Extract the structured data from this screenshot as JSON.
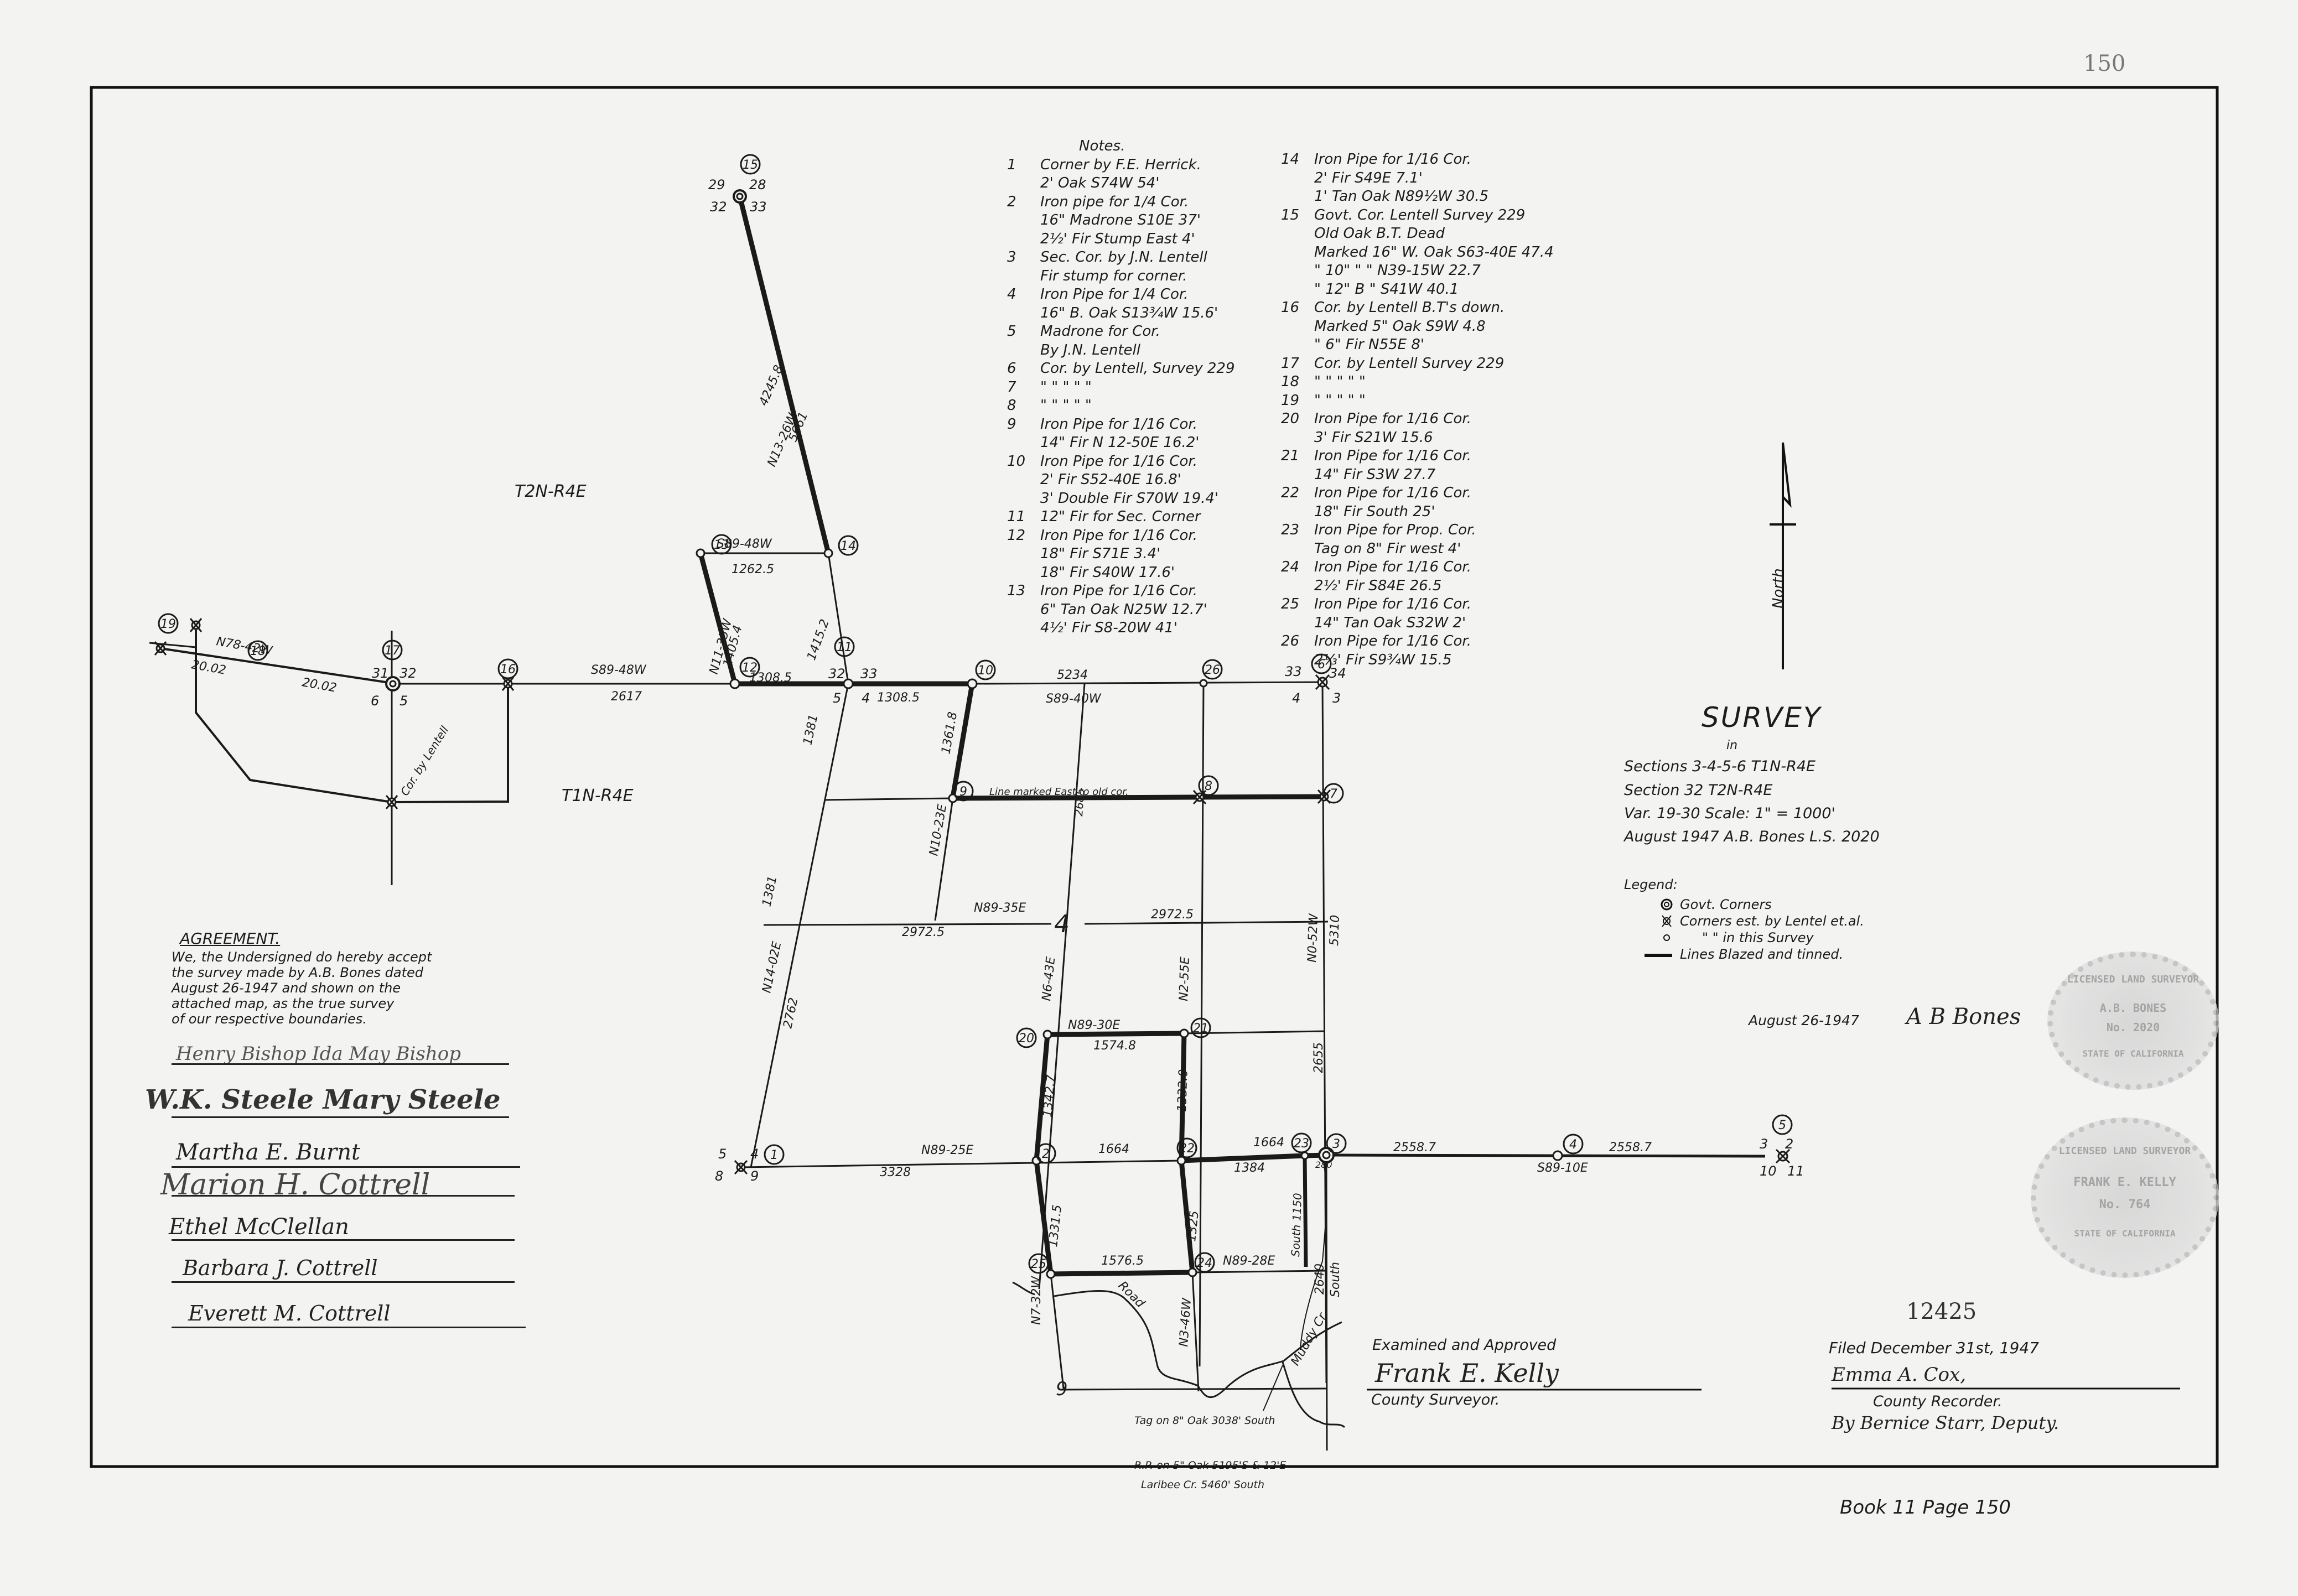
{
  "page": {
    "page_number_stamp": "150",
    "book_reference": "Book 11 Page 150",
    "filing_number": "12425"
  },
  "title_block": {
    "title": "SURVEY",
    "in": "in",
    "line1": "Sections 3-4-5-6  T1N-R4E",
    "line2": "Section 32    T2N-R4E",
    "line3": "Var. 19-30    Scale: 1\" = 1000'",
    "line4": "August 1947    A.B. Bones  L.S. 2020"
  },
  "legend": {
    "heading": "Legend:",
    "items": [
      {
        "symbol": "govt-corner-icon",
        "label": "Govt. Corners"
      },
      {
        "symbol": "lentel-corner-icon",
        "label": "Corners est. by Lentel et.al."
      },
      {
        "symbol": "survey-corner-icon",
        "label": "\"   \"   in this Survey"
      },
      {
        "symbol": "blazed-line-icon",
        "label": "Lines Blazed and tinned."
      }
    ]
  },
  "surveyor_signature": {
    "date": "August 26-1947",
    "signature": "A B Bones"
  },
  "north_arrow": {
    "label": "North"
  },
  "township_labels": {
    "upper": "T2N-R4E",
    "lower": "T1N-R4E",
    "section_center": "4"
  },
  "notes": {
    "heading": "Notes.",
    "items": [
      {
        "num": "1",
        "lines": [
          "Corner by F.E. Herrick.",
          "2' Oak S74W 54'"
        ]
      },
      {
        "num": "2",
        "lines": [
          "Iron pipe for 1/4 Cor.",
          "16\" Madrone S10E 37'",
          "2½' Fir Stump East 4'"
        ]
      },
      {
        "num": "3",
        "lines": [
          "Sec. Cor. by J.N. Lentell",
          "Fir stump for corner."
        ]
      },
      {
        "num": "4",
        "lines": [
          "Iron Pipe for 1/4 Cor.",
          "16\" B. Oak S13¾W 15.6'"
        ]
      },
      {
        "num": "5",
        "lines": [
          "Madrone for Cor.",
          "By J.N. Lentell"
        ]
      },
      {
        "num": "6",
        "lines": [
          "Cor. by Lentell, Survey 229"
        ]
      },
      {
        "num": "7",
        "lines": [
          "\"     \"     \"     \"     \""
        ]
      },
      {
        "num": "8",
        "lines": [
          "\"     \"     \"     \"     \""
        ]
      },
      {
        "num": "9",
        "lines": [
          "Iron Pipe for 1/16 Cor.",
          "14\" Fir N 12-50E 16.2'"
        ]
      },
      {
        "num": "10",
        "lines": [
          "Iron Pipe for 1/16 Cor.",
          "2' Fir S52-40E 16.8'",
          "3' Double Fir S70W 19.4'"
        ]
      },
      {
        "num": "11",
        "lines": [
          "12\" Fir for Sec. Corner"
        ]
      },
      {
        "num": "12",
        "lines": [
          "Iron Pipe for 1/16 Cor.",
          "18\" Fir S71E 3.4'",
          "18\" Fir S40W 17.6'"
        ]
      },
      {
        "num": "13",
        "lines": [
          "Iron Pipe for 1/16 Cor.",
          "6\" Tan Oak N25W 12.7'",
          "4½' Fir S8-20W 41'"
        ]
      },
      {
        "num": "14",
        "lines": [
          "Iron Pipe for 1/16 Cor.",
          "2' Fir S49E 7.1'",
          "1' Tan Oak N89½W 30.5"
        ]
      },
      {
        "num": "15",
        "lines": [
          "Govt. Cor. Lentell Survey 229",
          "Old Oak B.T. Dead",
          "Marked 16\" W. Oak S63-40E 47.4",
          "\"     10\" \"  \"  N39-15W 22.7",
          "\"     12\" B  \"  S41W   40.1"
        ]
      },
      {
        "num": "16",
        "lines": [
          "Cor. by Lentell B.T's down.",
          "Marked 5\" Oak S9W 4.8",
          "\"     6\" Fir N55E 8'"
        ]
      },
      {
        "num": "17",
        "lines": [
          "Cor. by Lentell Survey 229"
        ]
      },
      {
        "num": "18",
        "lines": [
          "\"     \"     \"     \"     \""
        ]
      },
      {
        "num": "19",
        "lines": [
          "\"     \"     \"     \"     \""
        ]
      },
      {
        "num": "20",
        "lines": [
          "Iron Pipe for 1/16 Cor.",
          "3' Fir S21W 15.6"
        ]
      },
      {
        "num": "21",
        "lines": [
          "Iron Pipe for 1/16 Cor.",
          "14\" Fir S3W 27.7"
        ]
      },
      {
        "num": "22",
        "lines": [
          "Iron Pipe for 1/16 Cor.",
          "18\" Fir South 25'"
        ]
      },
      {
        "num": "23",
        "lines": [
          "Iron Pipe for Prop. Cor.",
          "Tag on 8\" Fir west 4'"
        ]
      },
      {
        "num": "24",
        "lines": [
          "Iron Pipe for 1/16 Cor.",
          "2½' Fir S84E 26.5"
        ]
      },
      {
        "num": "25",
        "lines": [
          "Iron Pipe for 1/16 Cor.",
          "14\" Tan Oak S32W 2'"
        ]
      },
      {
        "num": "26",
        "lines": [
          "Iron Pipe for 1/16 Cor.",
          "2⅓' Fir S9¾W 15.5"
        ]
      }
    ]
  },
  "agreement": {
    "heading": "AGREEMENT.",
    "lines": [
      "We, the Undersigned do hereby accept",
      "the survey made by A.B. Bones dated",
      "August 26-1947 and shown on the",
      "attached map, as the true survey",
      "of our respective boundaries."
    ],
    "signatures": [
      "Henry Bishop   Ida May Bishop",
      "W.K. Steele   Mary Steele",
      "Martha E. Burnt",
      "Marion H. Cottrell",
      "Ethel McClellan",
      "Barbara J. Cottrell",
      "Everett M. Cottrell"
    ]
  },
  "approval": {
    "heading": "Examined and Approved",
    "signature": "Frank E. Kelly",
    "title": "County Surveyor."
  },
  "filing": {
    "filed": "Filed December 31st, 1947",
    "recorder_signature": "Emma A. Cox,",
    "recorder_title": "County Recorder.",
    "deputy": "By Bernice Starr, Deputy."
  },
  "seals": [
    {
      "lines": [
        "LICENSED LAND SURVEYOR",
        "A.B. BONES",
        "No. 2020",
        "STATE OF CALIFORNIA"
      ]
    },
    {
      "lines": [
        "LICENSED LAND SURVEYOR",
        "FRANK E. KELLY",
        "No. 764",
        "STATE OF CALIFORNIA"
      ]
    }
  ],
  "map_annotations": {
    "corner_ids": [
      "1",
      "2",
      "3",
      "4",
      "5",
      "6",
      "7",
      "8",
      "9",
      "10",
      "11",
      "12",
      "13",
      "14",
      "15",
      "16",
      "17",
      "18",
      "19",
      "20",
      "21",
      "22",
      "23",
      "24",
      "25",
      "26"
    ],
    "section_numbers": {
      "c15": [
        "29",
        "28",
        "32",
        "33"
      ],
      "c17": [
        "31",
        "32",
        "6",
        "5"
      ],
      "c11": [
        "32",
        "33",
        "5",
        "4"
      ],
      "c6": [
        "33",
        "34",
        "4",
        "3"
      ],
      "c1": [
        "5",
        "4",
        "8",
        "9"
      ],
      "c5": [
        "3",
        "2",
        "10",
        "11"
      ]
    },
    "bearings": {
      "n78_42w": "N78-42W",
      "d2002a": "20.02",
      "d2002b": "20.02",
      "s89_48w_west": "S89-48W",
      "d2617": "2617",
      "cor_by_lentell": "Cor. by Lentell",
      "n13_26w": "N13-26W",
      "d4245": "4245.8",
      "d5661": "5661",
      "s89_48w_13": "S89-48W",
      "d1262": "1262.5",
      "n11_35w": "N11-35W",
      "d1405": "1405.4",
      "d1415": "1415.2",
      "d1308a": "1308.5",
      "d1308b": "1308.5",
      "d5234": "5234",
      "s89_40w": "S89-40W",
      "d1381a": "1381",
      "d1381b": "1381",
      "d1361": "1361.8",
      "line_marked": "Line marked East to old cor.",
      "d2685": "2685",
      "n10_23e": "N10-23E",
      "n89_35e": "N89-35E",
      "d2972a": "2972.5",
      "d2972b": "2972.5",
      "n0_52w": "N0-52W",
      "d5310": "5310",
      "n14_02e": "N14-02E",
      "d2762": "2762",
      "n6_43e": "N6-43E",
      "n2_55e": "N2-55E",
      "n89_30e": "N89-30E",
      "d1574": "1574.8",
      "d1342": "1342.7",
      "d1332": "1332.0",
      "d2655": "2655",
      "n89_25e": "N89-25E",
      "d3328": "3328",
      "d1664a": "1664",
      "d1664b": "1664",
      "d1384": "1384",
      "d280": "280",
      "d2558a": "2558.7",
      "d2558b": "2558.7",
      "s89_10e": "S89-10E",
      "d1331": "1331.5",
      "d1325": "1325",
      "south1150": "South 1150",
      "d1576": "1576.5",
      "n89_28e": "N89-28E",
      "d2640": "2640",
      "south": "South",
      "n7_32w": "N7-32W",
      "n3_46w": "N3-46W",
      "road": "Road",
      "muddy": "Muddy Cr.",
      "tag_oak": "Tag on 8\" Oak 3038' South",
      "rp_oak": "R.P. on 5\" Oak 5195'S & 12'E",
      "laribee": "Laribee Cr. 5460' South",
      "section9": "9"
    }
  }
}
